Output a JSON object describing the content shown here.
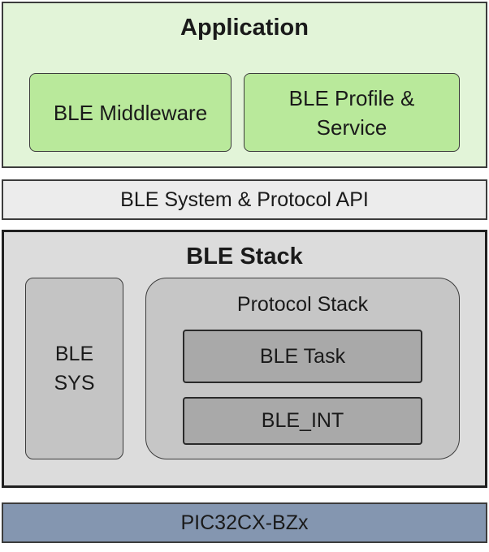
{
  "application": {
    "title": "Application",
    "middleware": "BLE Middleware",
    "profile_line1": "BLE Profile &",
    "profile_line2": "Service"
  },
  "api": {
    "label": "BLE System & Protocol API"
  },
  "ble_stack": {
    "title": "BLE Stack",
    "sys_line1": "BLE",
    "sys_line2": "SYS",
    "protocol_stack": {
      "label": "Protocol Stack",
      "task": "BLE Task",
      "int": "BLE_INT"
    }
  },
  "hardware": {
    "label": "PIC32CX-BZx"
  },
  "colors": {
    "application_bg": "#e2f4d8",
    "green_block": "#b9e99b",
    "api_bg": "#ececec",
    "stack_bg": "#dcdcdc",
    "inner_block": "#c4c4c4",
    "task_block": "#a9a9a9",
    "hardware_bg": "#8496b0"
  }
}
